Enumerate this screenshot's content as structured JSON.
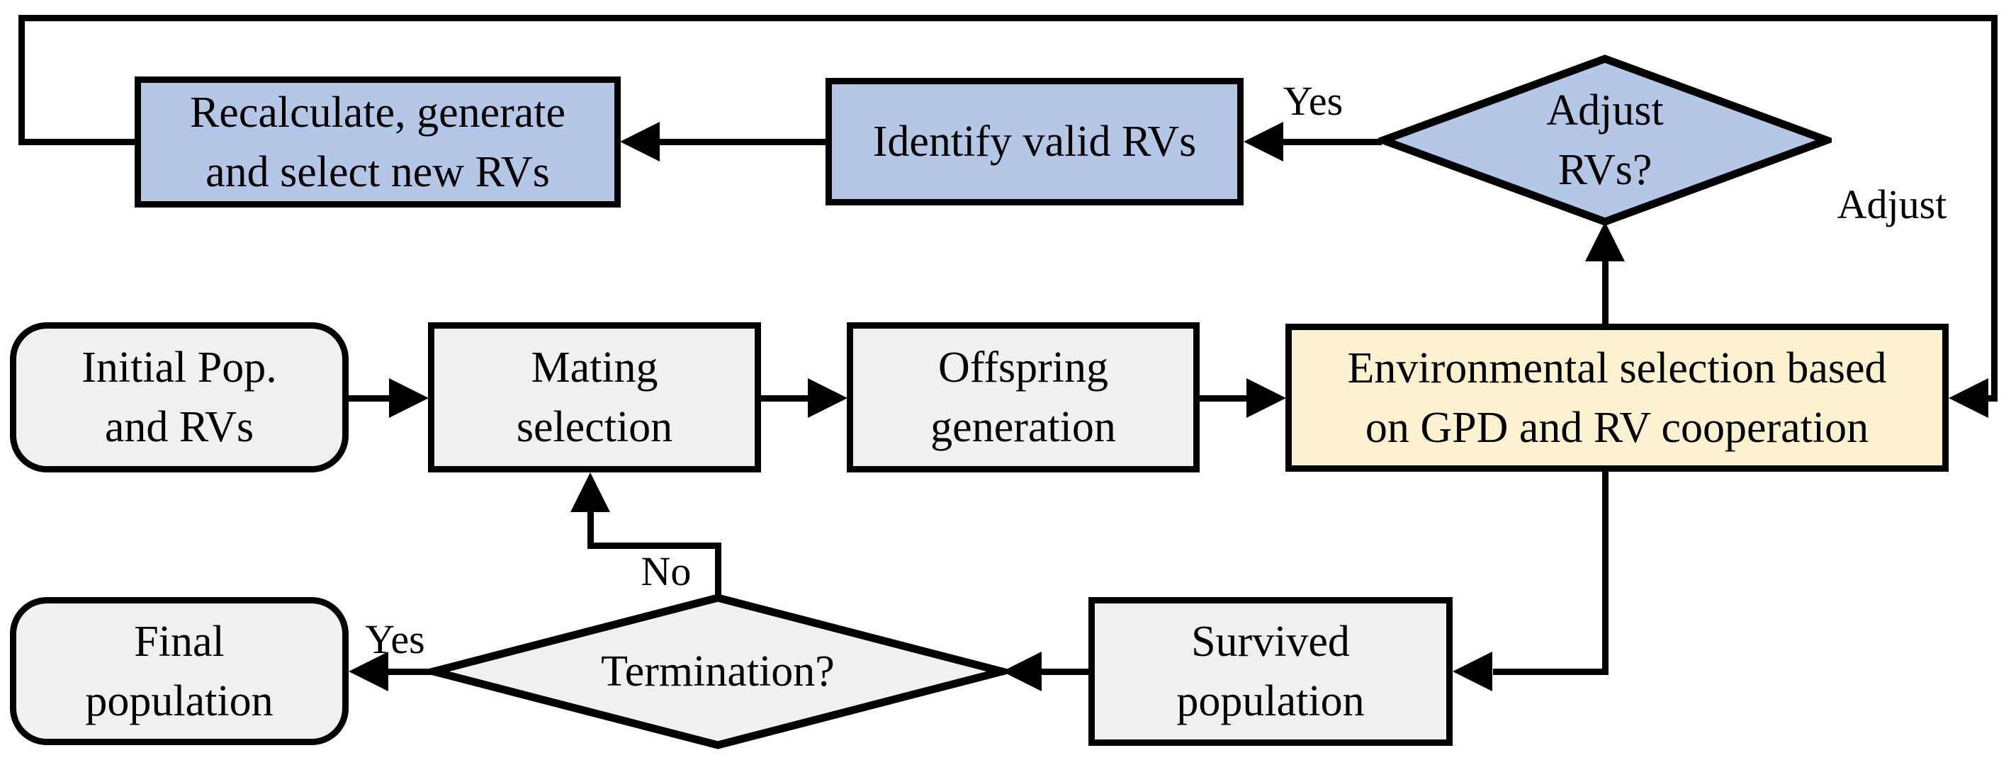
{
  "diagram": {
    "type": "flowchart",
    "nodes": {
      "recalculate": {
        "shape": "rect",
        "fill": "#b4c7e7",
        "line1": "Recalculate, generate",
        "line2": "and select new RVs"
      },
      "identify": {
        "shape": "rect",
        "fill": "#b4c7e7",
        "label": "Identify valid RVs"
      },
      "adjust_decision": {
        "shape": "diamond",
        "fill": "#b4c7e7",
        "line1": "Adjust",
        "line2": "RVs?"
      },
      "initial": {
        "shape": "rounded-rect",
        "fill": "#f0f0f0",
        "line1": "Initial Pop.",
        "line2": "and RVs"
      },
      "mating": {
        "shape": "rect",
        "fill": "#f0f0f0",
        "line1": "Mating",
        "line2": "selection"
      },
      "offspring": {
        "shape": "rect",
        "fill": "#f0f0f0",
        "line1": "Offspring",
        "line2": "generation"
      },
      "environmental": {
        "shape": "rect",
        "fill": "#fcf2cf",
        "line1": "Environmental selection based",
        "line2": "on GPD and RV cooperation"
      },
      "final": {
        "shape": "rounded-rect",
        "fill": "#f0f0f0",
        "line1": "Final",
        "line2": "population"
      },
      "termination_decision": {
        "shape": "diamond",
        "fill": "#f0f0f0",
        "label": "Termination?"
      },
      "survived": {
        "shape": "rect",
        "fill": "#f0f0f0",
        "line1": "Survived",
        "line2": "population"
      }
    },
    "edge_labels": {
      "yes_adjust": "Yes",
      "adjust": "Adjust",
      "no": "No",
      "yes_termination": "Yes"
    },
    "edges": [
      "environmental -> adjust_decision",
      "adjust_decision -Yes-> identify",
      "identify -> recalculate",
      "recalculate -loop-> environmental",
      "adjust_decision -Adjust (right loop)-> environmental",
      "initial -> mating",
      "mating -> offspring",
      "offspring -> environmental",
      "environmental -> survived",
      "survived -> termination_decision",
      "termination_decision -No-> mating",
      "termination_decision -Yes-> final"
    ],
    "colors": {
      "node_blue": "#b4c7e7",
      "node_yellow": "#fcf2cf",
      "node_gray": "#f0f0f0",
      "line": "#000000",
      "background": "#ffffff"
    }
  }
}
